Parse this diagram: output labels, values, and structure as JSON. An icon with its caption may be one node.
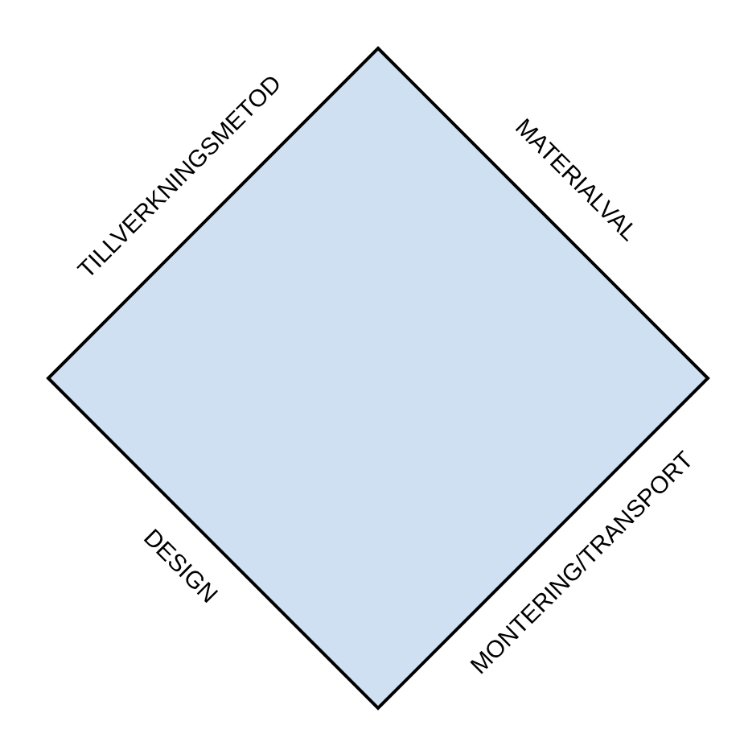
{
  "diagram": {
    "nodes": [
      {
        "text": [],
        "shape": "diamond",
        "beside": [
          "TILLVERKNINGSMETOD",
          "MATERIALVAL",
          "DESIGN",
          "MONTERING/TRANSPORT"
        ]
      }
    ]
  }
}
